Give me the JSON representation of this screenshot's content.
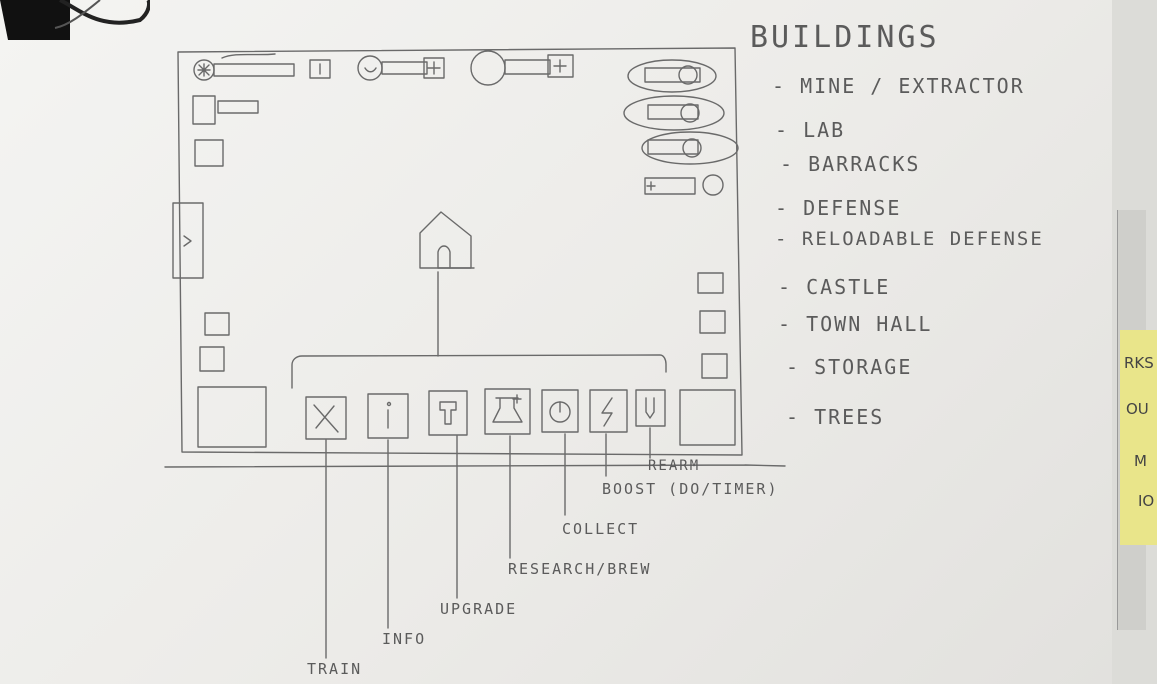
{
  "buildings": {
    "heading": "BUILDINGS",
    "items": [
      "- MINE / EXTRACTOR",
      "- LAB",
      "- BARRACKS",
      "- DEFENSE",
      "- RELOADABLE DEFENSE",
      "- CASTLE",
      "- TOWN HALL",
      "- STORAGE",
      "- TREES"
    ]
  },
  "actions": {
    "train": "TRAIN",
    "info": "INFO",
    "upgrade": "UPGRADE",
    "research_brew": "RESEARCH/BREW",
    "collect": "COLLECT",
    "boost": "BOOST (DO/TIMER)",
    "rearm": "REARM"
  },
  "mockup": {
    "info_glyph": "i",
    "nav_arrow": ">"
  },
  "sticky_note": [
    "RKS",
    "OU",
    "M",
    "IO"
  ],
  "colors": {
    "paper": "#f1f1ef",
    "pencil": "#5b5b5b",
    "sticky": "#e9e58a"
  }
}
